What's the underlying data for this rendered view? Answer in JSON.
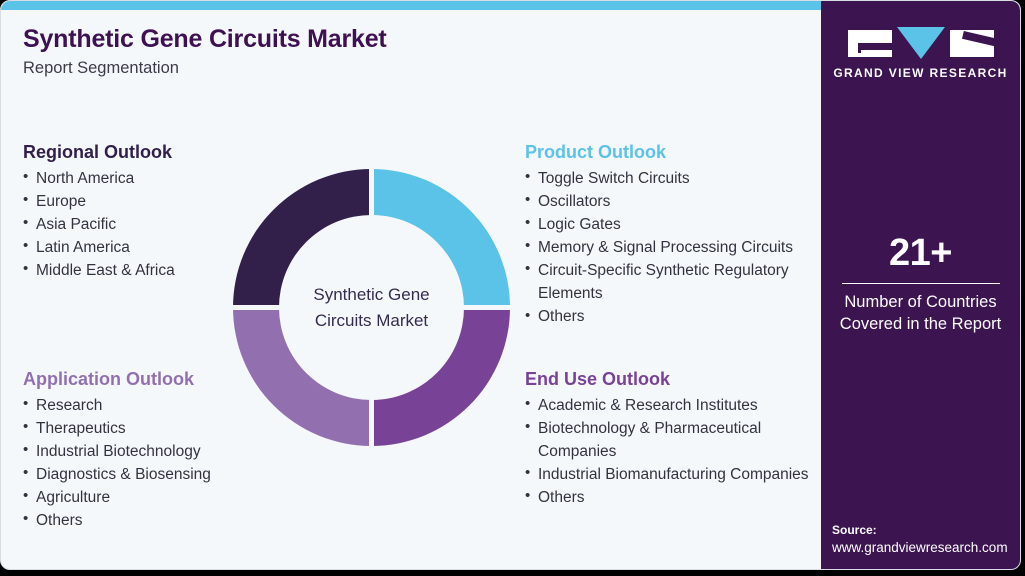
{
  "header": {
    "title": "Synthetic Gene Circuits Market",
    "subtitle": "Report Segmentation"
  },
  "colors": {
    "accent_cyan": "#5bc2e8",
    "dark_purple": "#33204a",
    "violet": "#784396",
    "mauve": "#9270b0",
    "panel_purple": "#3b1450",
    "canvas": "#f4f8fb",
    "title_purple": "#3d1152",
    "body_text": "#33333f"
  },
  "blocks": {
    "regional": {
      "title": "Regional Outlook",
      "title_color": "#33204a",
      "items": [
        "North America",
        "Europe",
        "Asia Pacific",
        "Latin America",
        "Middle East & Africa"
      ]
    },
    "product": {
      "title": "Product Outlook",
      "title_color": "#5bc2e8",
      "items": [
        "Toggle Switch Circuits",
        "Oscillators",
        "Logic Gates",
        "Memory & Signal Processing Circuits",
        "Circuit-Specific Synthetic Regulatory Elements",
        "Others"
      ]
    },
    "application": {
      "title": "Application Outlook",
      "title_color": "#9270b0",
      "items": [
        "Research",
        "Therapeutics",
        "Industrial Biotechnology",
        "Diagnostics & Biosensing",
        "Agriculture",
        "Others"
      ]
    },
    "enduse": {
      "title": "End Use Outlook",
      "title_color": "#784396",
      "items": [
        "Academic & Research Institutes",
        "Biotechnology & Pharmaceutical Companies",
        "Industrial Biomanufacturing Companies",
        "Others"
      ]
    }
  },
  "donut": {
    "center_line1": "Synthetic Gene",
    "center_line2": "Circuits Market"
  },
  "chart_data": {
    "type": "pie",
    "title": "Synthetic Gene Circuits Market",
    "categories": [
      "Product Outlook",
      "End Use Outlook",
      "Application Outlook",
      "Regional Outlook"
    ],
    "values": [
      25,
      25,
      25,
      25
    ],
    "colors": [
      "#5bc2e8",
      "#784396",
      "#9270b0",
      "#33204a"
    ],
    "center_label": "Synthetic Gene Circuits Market",
    "legend": "none",
    "note": "Decorative equal-quadrant donut; each quadrant corresponds to one report segmentation outlook."
  },
  "sidebar": {
    "logo_text": "GRAND VIEW RESEARCH",
    "logo_icons": [
      "letter-g-mark",
      "letter-v-triangle",
      "letter-r-mark"
    ],
    "stat_number": "21+",
    "stat_label_line1": "Number of Countries",
    "stat_label_line2": "Covered in the Report",
    "source_label": "Source:",
    "source_url": "www.grandviewresearch.com"
  }
}
